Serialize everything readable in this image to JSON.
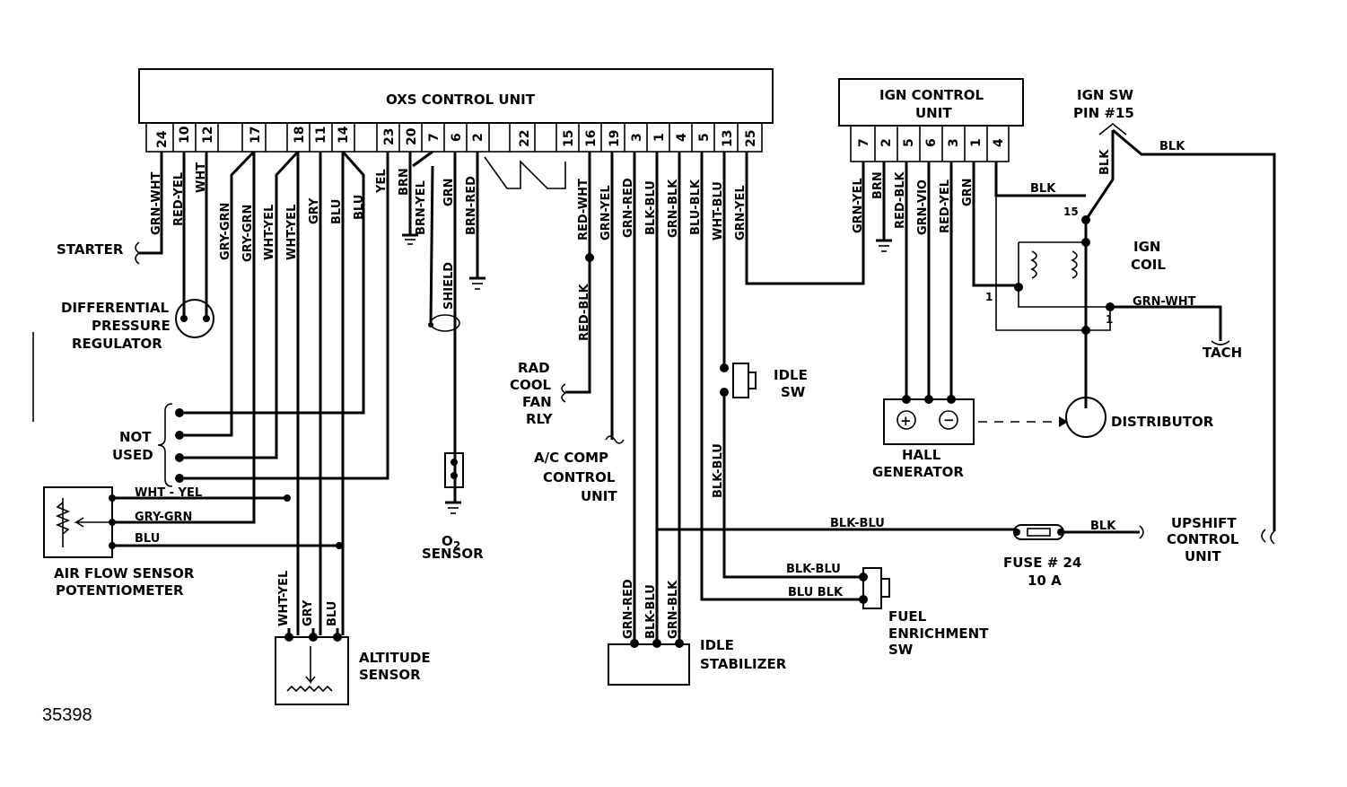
{
  "oxs_control_unit": {
    "title": "OXS CONTROL UNIT",
    "pins": [
      "24",
      "10",
      "12",
      "17",
      "18",
      "11",
      "14",
      "23",
      "20",
      "7",
      "6",
      "2",
      "22",
      "15",
      "16",
      "19",
      "3",
      "1",
      "4",
      "5",
      "13",
      "25"
    ]
  },
  "ign_control_unit": {
    "title_line1": "IGN CONTROL",
    "title_line2": "UNIT",
    "pins": [
      "7",
      "2",
      "5",
      "6",
      "3",
      "1",
      "4"
    ]
  },
  "ign_sw": {
    "line1": "IGN SW",
    "line2": "PIN #15"
  },
  "ign_coil": {
    "line1": "IGN",
    "line2": "COIL",
    "pin15": "15",
    "pin1a": "1",
    "pin1b": "1"
  },
  "wires_oxs": [
    "GRN-WHT",
    "RED-YEL",
    "WHT",
    "GRY-GRN",
    "GRY-GRN",
    "WHT-YEL",
    "WHT-YEL",
    "GRY",
    "BLU",
    "BLU",
    "YEL",
    "BRN",
    "BRN-YEL",
    "GRN",
    "BRN-RED",
    "RED-WHT",
    "GRN-YEL",
    "GRN-RED",
    "BLK-BLU",
    "GRN-BLK",
    "BLU-BLK",
    "WHT-BLU",
    "GRN-YEL"
  ],
  "wires_ign": [
    "GRN-YEL",
    "BRN",
    "RED-BLK",
    "GRN-VIO",
    "RED-YEL",
    "GRN"
  ],
  "wires_misc": {
    "blk_top": "BLK",
    "blk_vertical": "BLK",
    "blk_coil": "BLK",
    "grn_wht_tach": "GRN-WHT",
    "red_blk": "RED-BLK",
    "shield": "SHIELD",
    "blk_blu_vert": "BLK-BLU",
    "blk_blu_fuse": "BLK-BLU",
    "blk_fuse": "BLK",
    "blk_blu_fuel": "BLK-BLU",
    "blu_blk_fuel": "BLU BLK",
    "afs_wht_yel": "WHT - YEL",
    "afs_gry_grn": "GRY-GRN",
    "afs_blu": "BLU",
    "alt_wht_yel": "WHT-YEL",
    "alt_gry": "GRY",
    "alt_blu": "BLU",
    "idle_grn_red": "GRN-RED",
    "idle_blk_blu": "BLK-BLU",
    "idle_grn_blk": "GRN-BLK"
  },
  "components": {
    "starter": "STARTER",
    "dpr": [
      "DIFFERENTIAL",
      "PRESSURE",
      "REGULATOR"
    ],
    "not_used": [
      "NOT",
      "USED"
    ],
    "afs": [
      "AIR FLOW SENSOR",
      "POTENTIOMETER"
    ],
    "altitude": [
      "ALTITUDE",
      "SENSOR"
    ],
    "o2": [
      "O",
      "SENSOR"
    ],
    "o2_sub": "2",
    "rad": [
      "RAD",
      "COOL",
      "FAN",
      "RLY"
    ],
    "ac": [
      "A/C COMP",
      "CONTROL",
      "UNIT"
    ],
    "idle_stab": [
      "IDLE",
      "STABILIZER"
    ],
    "idle_sw": [
      "IDLE",
      "SW"
    ],
    "hall": [
      "HALL",
      "GENERATOR"
    ],
    "hall_plus": "+",
    "hall_minus": "−",
    "distributor": "DISTRIBUTOR",
    "tach": "TACH",
    "fuse": [
      "FUSE # 24",
      "10 A"
    ],
    "upshift": [
      "UPSHIFT",
      "CONTROL",
      "UNIT"
    ],
    "fuel": [
      "FUEL",
      "ENRICHMENT",
      "SW"
    ]
  },
  "figure_number": "35398"
}
